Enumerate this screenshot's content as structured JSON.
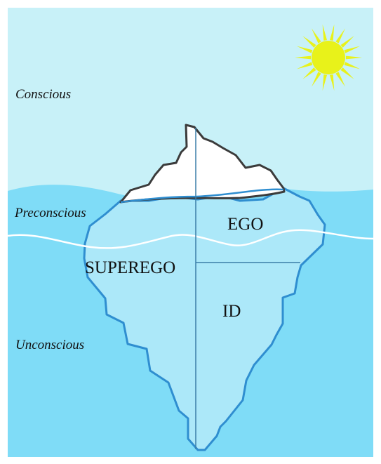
{
  "diagram": {
    "levels": {
      "conscious": "Conscious",
      "preconscious": "Preconscious",
      "unconscious": "Unconscious"
    },
    "parts": {
      "ego": "EGO",
      "superego": "SUPEREGO",
      "id": "ID"
    },
    "colors": {
      "sky": "#c8f1f8",
      "water": "#7fdcf7",
      "water_edge": "#2f8ed0",
      "iceberg_underwater": "#ace8f9",
      "iceberg_above": "#ffffff",
      "iceberg_outline_above": "#3b3b3b",
      "preconscious_line": "#ffffff",
      "sun": "#e8f21a"
    }
  }
}
